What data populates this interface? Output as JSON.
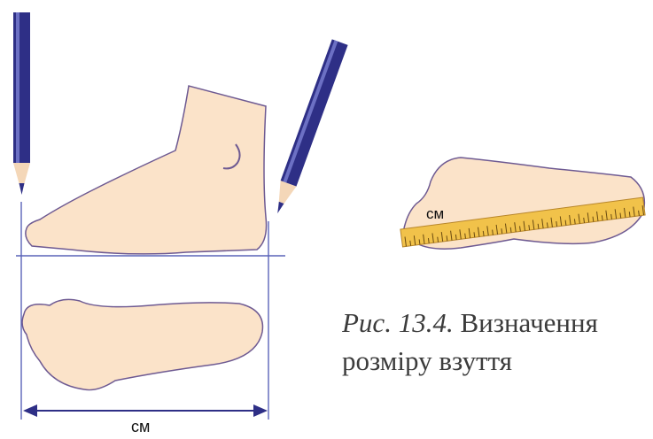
{
  "figure": {
    "unit_label_bottom": "см",
    "unit_label_ruler": "см",
    "caption": {
      "label": "Рис. 13.4.",
      "line1": "Визначення",
      "line2": "розміру взуття"
    }
  },
  "colors": {
    "skin": "#fbe3c9",
    "outline": "#6e5a92",
    "guide_line": "#5a63b8",
    "pencil_body": "#2e2f86",
    "ruler": "#f1c24a",
    "ruler_ticks": "#6a4a10"
  },
  "icons": [
    "pencil-icon",
    "arrow-icon"
  ]
}
